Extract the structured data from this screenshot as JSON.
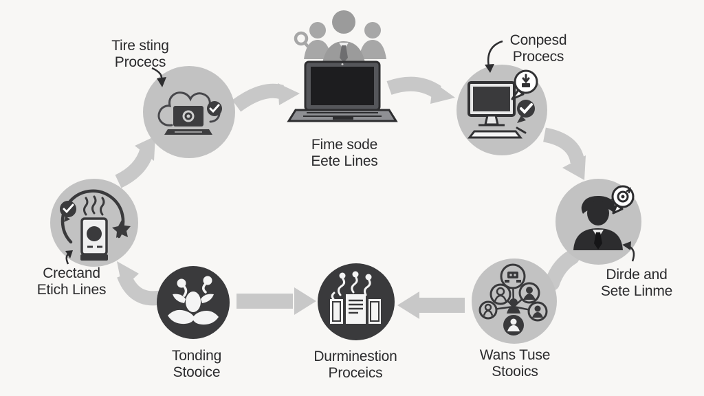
{
  "nodes": {
    "testing": {
      "label1": "Tire sting",
      "label2": "Procecs"
    },
    "source": {
      "label1": "Fime sode",
      "label2": "Eete Lines"
    },
    "composed": {
      "label1": "Conpesd",
      "label2": "Procecs"
    },
    "review": {
      "label1": "Dirde and",
      "label2": "Sete Linme"
    },
    "users": {
      "label1": "Wans Tuse",
      "label2": "Stooics"
    },
    "dissemination": {
      "label1": "Durminestion",
      "label2": "Proceics"
    },
    "funding": {
      "label1": "Tonding",
      "label2": "Stooice"
    },
    "creation": {
      "label1": "Crectand",
      "label2": "Etich Lines"
    }
  },
  "icons": {
    "testing": "cloud-laptop-check-icon",
    "source": "team-laptop-icon",
    "composed": "monitor-download-check-icon",
    "review": "businessman-speech-icon",
    "users": "people-network-icon",
    "dissemination": "podium-documents-icon",
    "funding": "hands-growth-icon",
    "creation": "device-sync-check-icon"
  },
  "colors": {
    "background": "#f8f7f5",
    "circle_gray": "#c2c2c2",
    "circle_dark": "#3a3a3c",
    "arrow_gray": "#c8c8c8",
    "icon_dark": "#3d3d3f",
    "text": "#2b2b2d"
  }
}
